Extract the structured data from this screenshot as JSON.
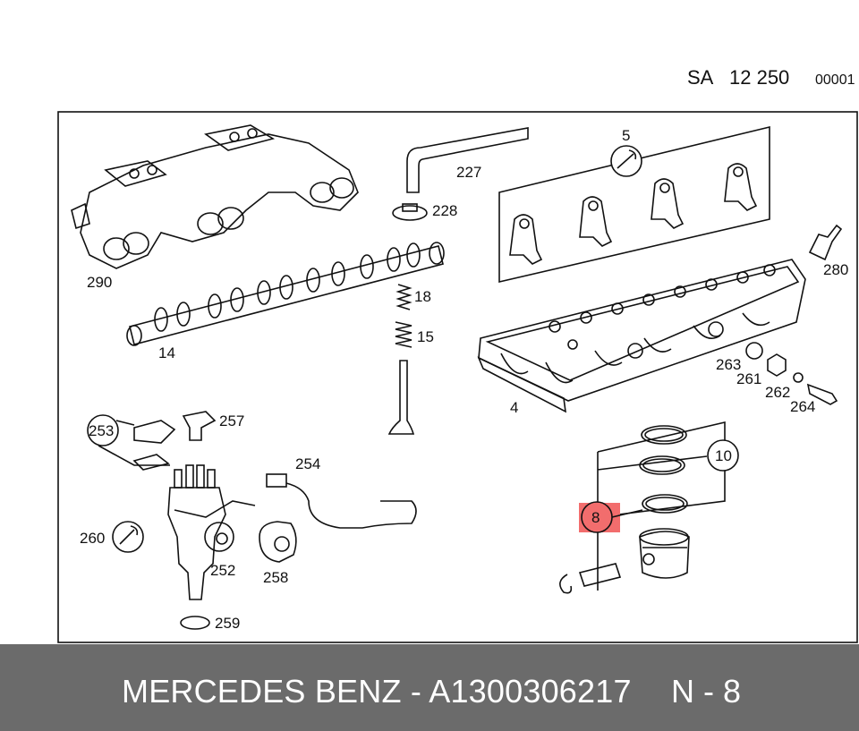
{
  "header": {
    "sa_label": "SA",
    "sa_number": "12 250",
    "code": "00001"
  },
  "callouts": {
    "c290": "290",
    "c227": "227",
    "c228": "228",
    "c5": "5",
    "c280": "280",
    "c18": "18",
    "c15": "15",
    "c14": "14",
    "c4": "4",
    "c263": "263",
    "c261": "261",
    "c262": "262",
    "c264": "264",
    "c253": "253",
    "c257": "257",
    "c254": "254",
    "c260": "260",
    "c252": "252",
    "c258": "258",
    "c259": "259",
    "c10": "10",
    "c8": "8"
  },
  "highlight": {
    "color": "#f26d6d",
    "item": "8"
  },
  "footer": {
    "part_text": "MERCEDES BENZ - A1300306217",
    "position_text": "N - 8",
    "background": "#6b6b6b"
  }
}
